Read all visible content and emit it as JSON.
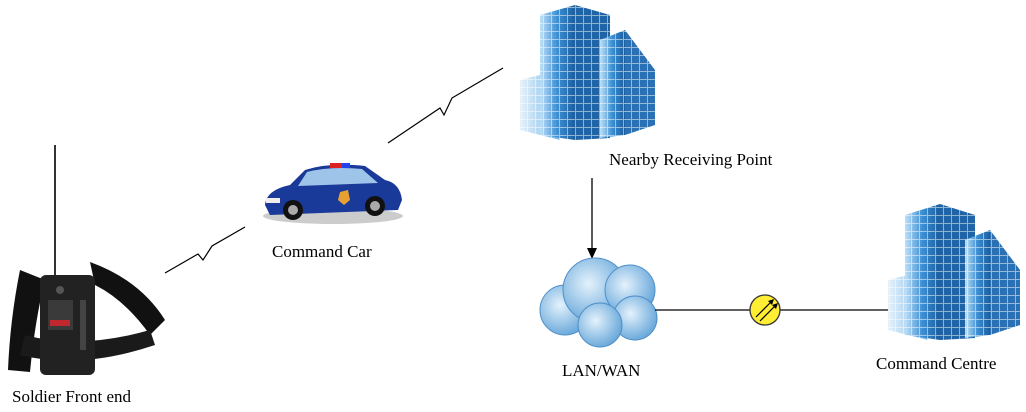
{
  "nodes": {
    "soldier": {
      "label": "Soldier Front end",
      "icon": "soldier-radio-backpack-icon"
    },
    "car": {
      "label": "Command Car",
      "icon": "police-car-icon"
    },
    "receiving": {
      "label": "Nearby Receiving Point",
      "icon": "building-icon"
    },
    "network": {
      "label": "LAN/WAN",
      "icon": "cloud-icon"
    },
    "centre": {
      "label": "Command Centre",
      "icon": "building-icon"
    }
  },
  "colors": {
    "building": "#3a8fd4",
    "car": "#1a3a9a",
    "cloud": "#7fb8e6",
    "link_device": "#ffee33"
  }
}
